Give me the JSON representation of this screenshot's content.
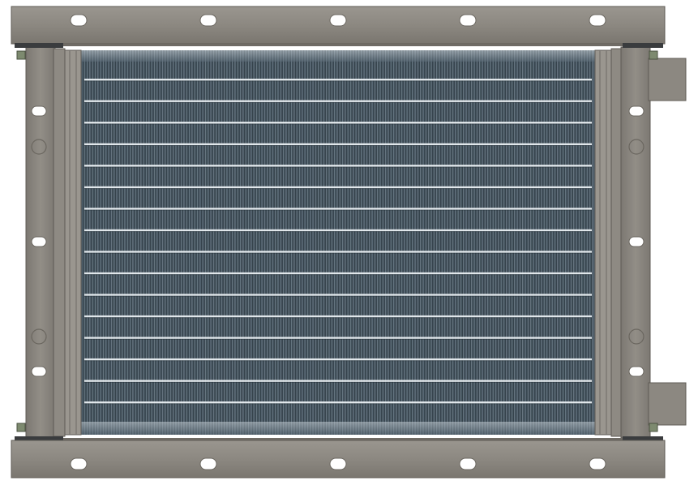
{
  "image": {
    "subject": "heat-exchanger-coil",
    "colors": {
      "background": "#ffffff",
      "frame": "#8c8881",
      "frame_dark": "#6f6b65",
      "frame_light": "#a6a29b",
      "gasket": "#3a3c3e",
      "fin_base": "#4f5f6b",
      "fin_dark": "#2f3c45",
      "fin_light": "#b9c4cb",
      "tube_highlight": "#eef3f6",
      "bolt": "#7d8a6f"
    },
    "counts": {
      "rail_slots": 5,
      "tube_rows": 16,
      "fins": 190
    }
  }
}
